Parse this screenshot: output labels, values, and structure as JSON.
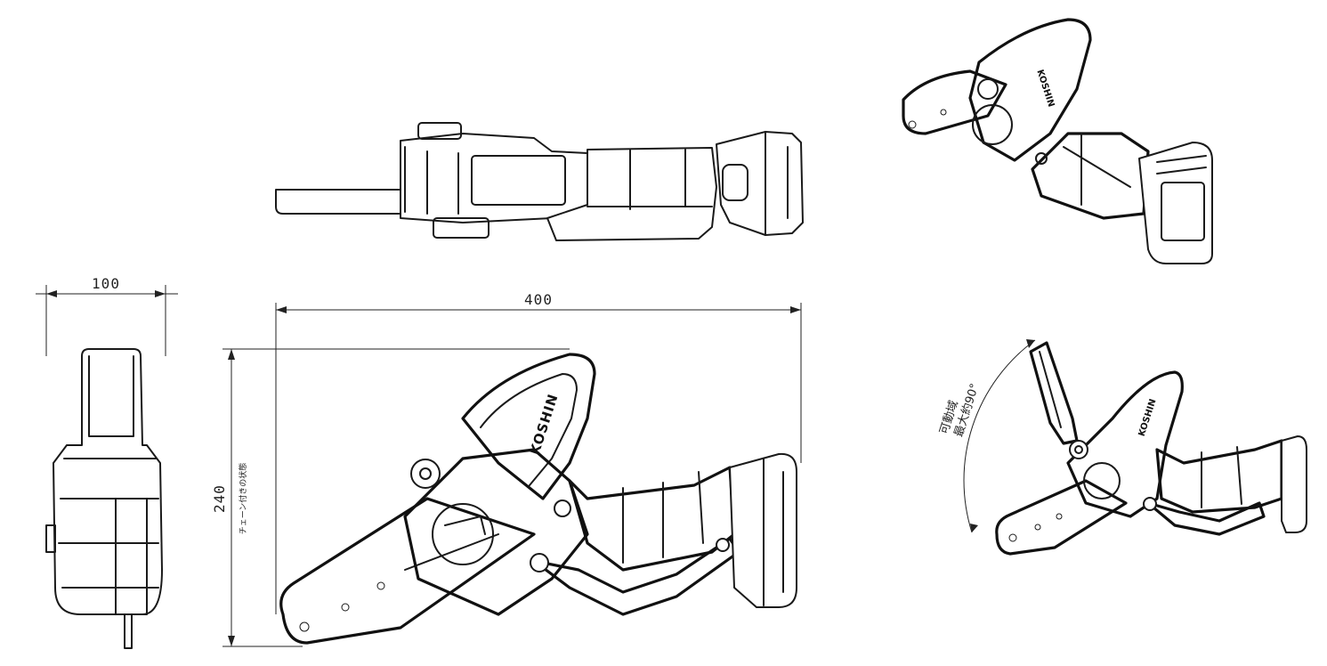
{
  "brand": {
    "logo_text": "KOSHIN"
  },
  "dimensions": {
    "width_label": "100",
    "length_label": "400",
    "height_label": "240",
    "height_note": "チェーン付きの状態"
  },
  "angle_note": {
    "line1": "可動域",
    "line2": "最大約90°"
  },
  "colors": {
    "line": "#1a1a1a",
    "background": "#ffffff"
  }
}
